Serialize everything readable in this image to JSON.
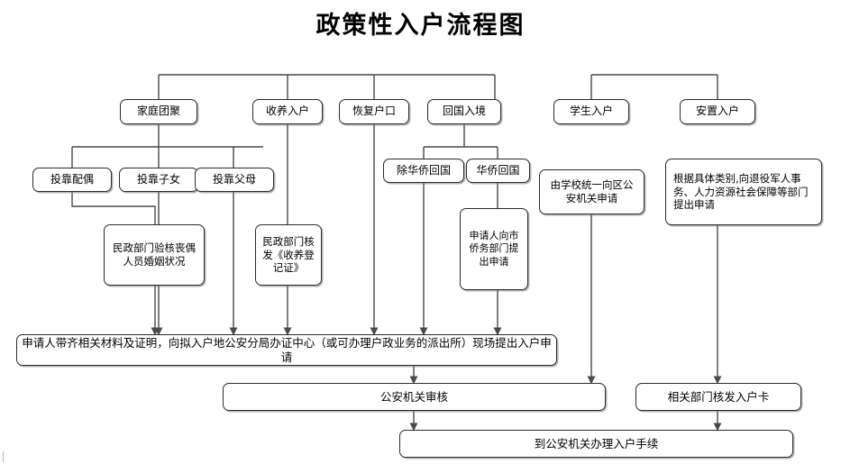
{
  "title": "政策性入户流程图",
  "colors": {
    "line": "#4a4a4a",
    "box_border": "#2b2b2b",
    "background": "#ffffff",
    "text": "#000000",
    "shadow": "#787878"
  },
  "nodes": {
    "family_reunion": "家庭团聚",
    "adoption": "收养入户",
    "restore_hukou": "恢复户口",
    "return_entry": "回国入境",
    "student": "学生入户",
    "resettlement": "安置入户",
    "spouse": "投靠配偶",
    "children": "投靠子女",
    "parents": "投靠父母",
    "non_overseas_return": "除华侨回国",
    "overseas_return": "华侨回国",
    "civil_affairs_widow": "民政部门验核丧偶人员婚姻状况",
    "civil_affairs_adoption": "民政部门核发《收养登记证》",
    "overseas_apply": "申请人向市侨务部门提出申请",
    "school_apply": "由学校统一向区公安机关申请",
    "veteran_apply": "根据具体类别,向退役军人事务、人力资源社会保障等部门提出申请",
    "submit_application": "申请人带齐相关材料及证明，向拟入户地公安分局办证中心（或可办理户政业务的派出所）现场提出入户申请",
    "police_review": "公安机关审核",
    "issue_card": "相关部门核发入户卡",
    "final_step": "到公安机关办理入户手续"
  },
  "chart_data": {
    "type": "diagram",
    "diagram_kind": "flowchart",
    "title": "政策性入户流程图",
    "levels": [
      {
        "level": 1,
        "items": [
          "家庭团聚",
          "收养入户",
          "恢复户口",
          "回国入境",
          "学生入户",
          "安置入户"
        ]
      },
      {
        "level": 2,
        "items": [
          "投靠配偶",
          "投靠子女",
          "投靠父母",
          "除华侨回国",
          "华侨回国"
        ]
      },
      {
        "level": 3,
        "items": [
          "民政部门验核丧偶人员婚姻状况",
          "民政部门核发《收养登记证》",
          "申请人向市侨务部门提出申请",
          "由学校统一向区公安机关申请",
          "根据具体类别,向退役军人事务、人力资源社会保障等部门提出申请"
        ]
      },
      {
        "level": 4,
        "items": [
          "申请人带齐相关材料及证明，向拟入户地公安分局办证中心（或可办理户政业务的派出所）现场提出入户申请"
        ]
      },
      {
        "level": 5,
        "items": [
          "公安机关审核",
          "相关部门核发入户卡"
        ]
      },
      {
        "level": 6,
        "items": [
          "到公安机关办理入户手续"
        ]
      }
    ],
    "edges": [
      {
        "from": "家庭团聚",
        "to": "投靠配偶"
      },
      {
        "from": "家庭团聚",
        "to": "投靠子女"
      },
      {
        "from": "家庭团聚",
        "to": "投靠父母"
      },
      {
        "from": "投靠配偶",
        "to": "民政部门验核丧偶人员婚姻状况"
      },
      {
        "from": "民政部门验核丧偶人员婚姻状况",
        "to": "申请人带齐相关材料及证明，向拟入户地公安分局办证中心（或可办理户政业务的派出所）现场提出入户申请"
      },
      {
        "from": "投靠子女",
        "to": "申请人带齐相关材料及证明，向拟入户地公安分局办证中心（或可办理户政业务的派出所）现场提出入户申请"
      },
      {
        "from": "投靠父母",
        "to": "申请人带齐相关材料及证明，向拟入户地公安分局办证中心（或可办理户政业务的派出所）现场提出入户申请"
      },
      {
        "from": "收养入户",
        "to": "民政部门核发《收养登记证》"
      },
      {
        "from": "民政部门核发《收养登记证》",
        "to": "申请人带齐相关材料及证明，向拟入户地公安分局办证中心（或可办理户政业务的派出所）现场提出入户申请"
      },
      {
        "from": "恢复户口",
        "to": "申请人带齐相关材料及证明，向拟入户地公安分局办证中心（或可办理户政业务的派出所）现场提出入户申请"
      },
      {
        "from": "回国入境",
        "to": "除华侨回国"
      },
      {
        "from": "回国入境",
        "to": "华侨回国"
      },
      {
        "from": "除华侨回国",
        "to": "申请人带齐相关材料及证明，向拟入户地公安分局办证中心（或可办理户政业务的派出所）现场提出入户申请"
      },
      {
        "from": "华侨回国",
        "to": "申请人向市侨务部门提出申请"
      },
      {
        "from": "申请人向市侨务部门提出申请",
        "to": "申请人带齐相关材料及证明，向拟入户地公安分局办证中心（或可办理户政业务的派出所）现场提出入户申请"
      },
      {
        "from": "学生入户",
        "to": "由学校统一向区公安机关申请"
      },
      {
        "from": "由学校统一向区公安机关申请",
        "to": "公安机关审核"
      },
      {
        "from": "安置入户",
        "to": "根据具体类别,向退役军人事务、人力资源社会保障等部门提出申请"
      },
      {
        "from": "根据具体类别,向退役军人事务、人力资源社会保障等部门提出申请",
        "to": "相关部门核发入户卡"
      },
      {
        "from": "申请人带齐相关材料及证明，向拟入户地公安分局办证中心（或可办理户政业务的派出所）现场提出入户申请",
        "to": "公安机关审核"
      },
      {
        "from": "公安机关审核",
        "to": "到公安机关办理入户手续"
      },
      {
        "from": "相关部门核发入户卡",
        "to": "到公安机关办理入户手续"
      }
    ]
  }
}
